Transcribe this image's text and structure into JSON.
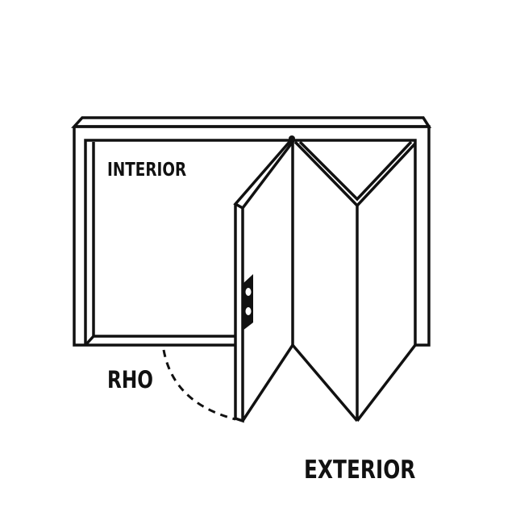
{
  "labels": {
    "interior": "INTERIOR",
    "rho": "RHO",
    "exterior": "EXTERIOR"
  },
  "colors": {
    "stroke": "#111111",
    "background": "#ffffff"
  }
}
